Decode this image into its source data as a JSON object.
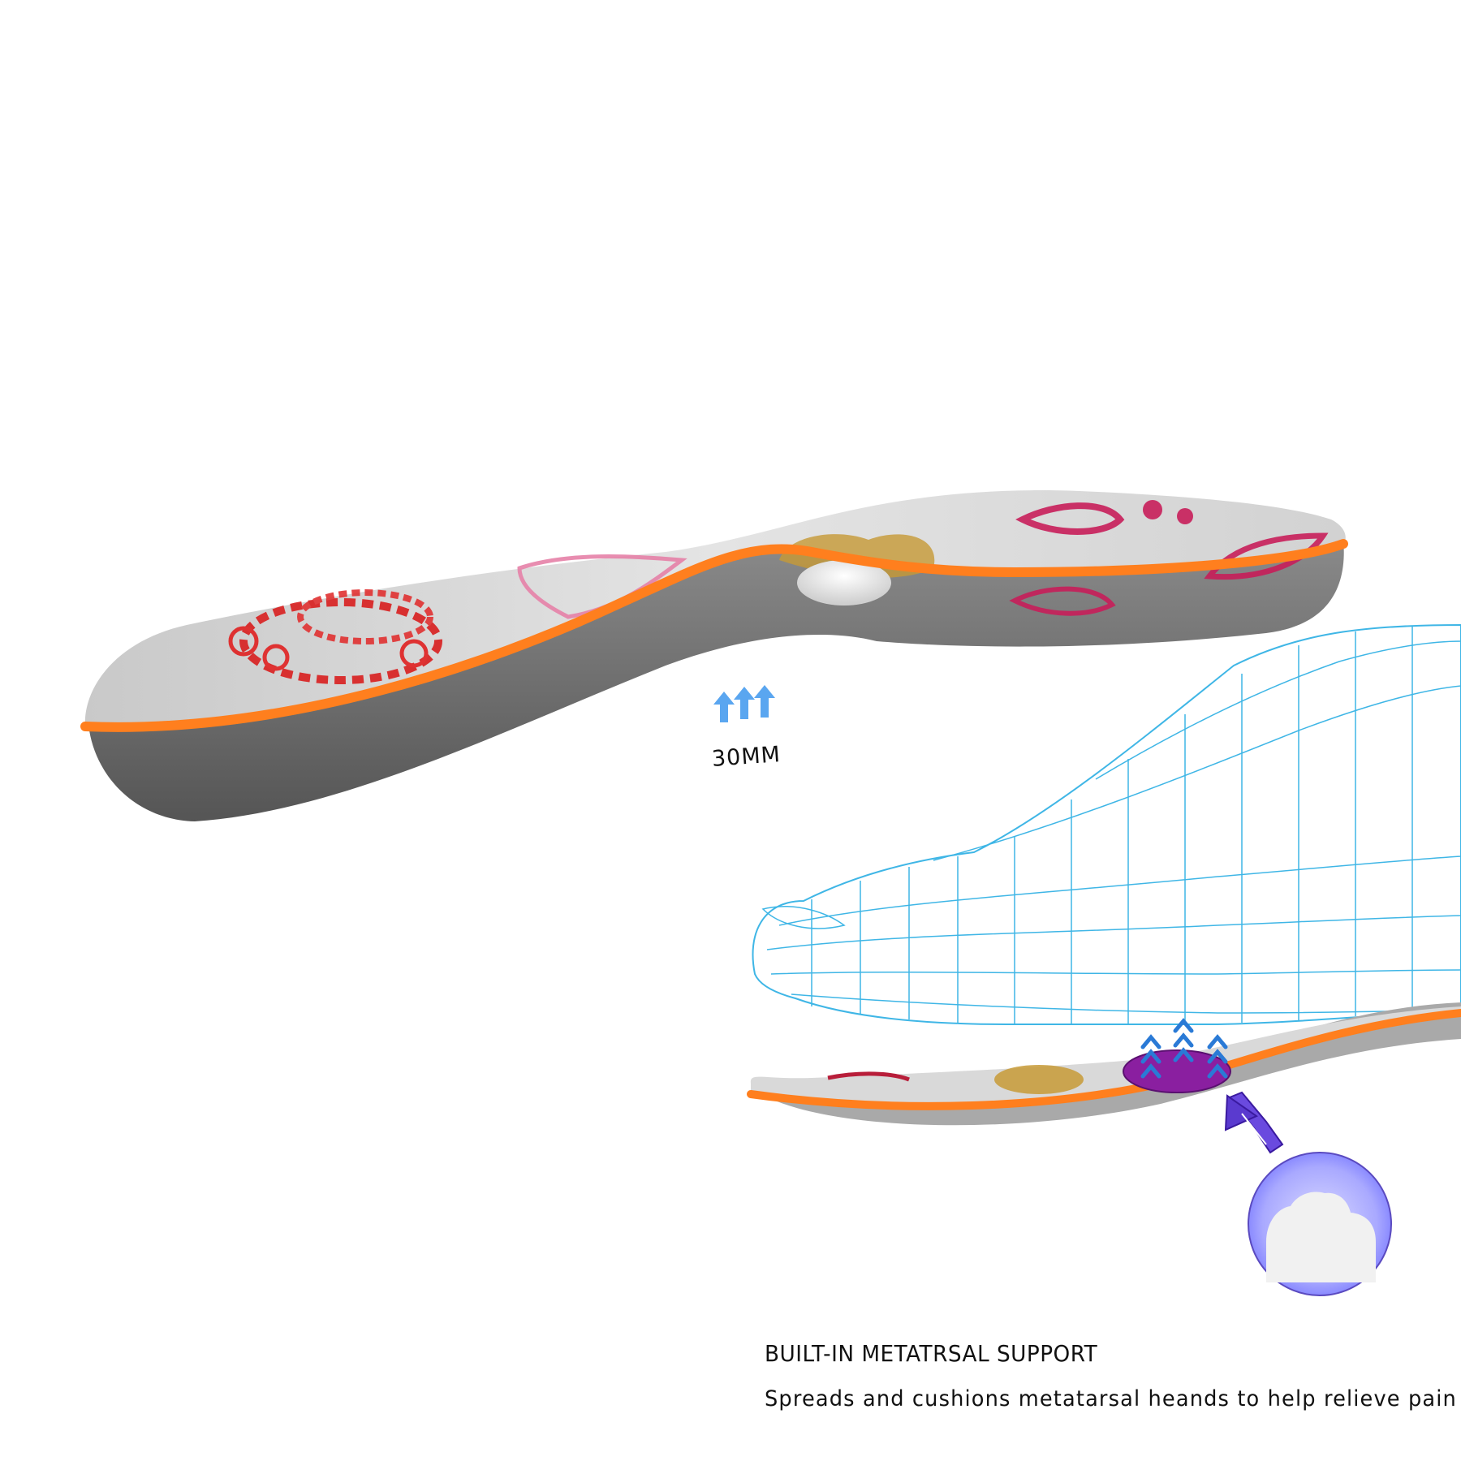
{
  "arch_height": {
    "label": "30MM"
  },
  "feature": {
    "title": "BUILT-IN METATRSAL SUPPORT",
    "description": "Spreads and cushions metatarsal heands to help relieve pain"
  },
  "colors": {
    "background": "#ffffff",
    "foam_base": "#6d6d6d",
    "orange_layer": "#ff7f1e",
    "top_surface": "#d9d9d9",
    "arrow_blue": "#5aa6f0",
    "mesh_cyan": "#3fb6e6",
    "metatarsal_pad": "#8a1fa0",
    "detail_circle": "#7f7fff"
  },
  "icons": [
    "up-arrow-icon",
    "chevron-up-icon",
    "pointer-arrow-icon"
  ]
}
